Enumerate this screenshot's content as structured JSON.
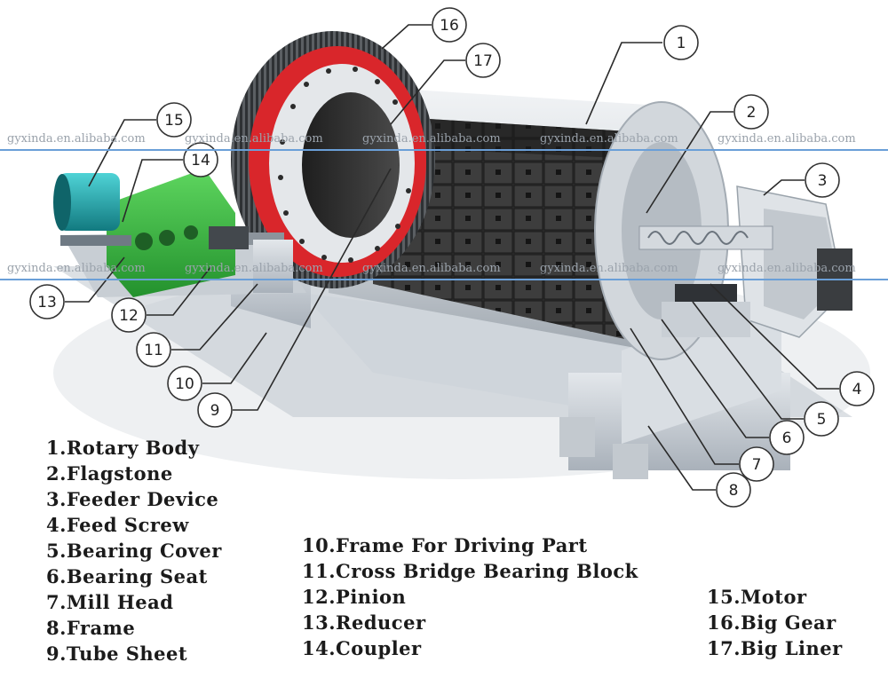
{
  "watermark": "gyxinda.en.alibaba.com",
  "callouts": [
    {
      "num": "1"
    },
    {
      "num": "2"
    },
    {
      "num": "3"
    },
    {
      "num": "4"
    },
    {
      "num": "5"
    },
    {
      "num": "6"
    },
    {
      "num": "7"
    },
    {
      "num": "8"
    },
    {
      "num": "9"
    },
    {
      "num": "10"
    },
    {
      "num": "11"
    },
    {
      "num": "12"
    },
    {
      "num": "13"
    },
    {
      "num": "14"
    },
    {
      "num": "15"
    },
    {
      "num": "16"
    },
    {
      "num": "17"
    }
  ],
  "legend": {
    "col1": [
      "1.Rotary Body",
      "2.Flagstone",
      "3.Feeder Device",
      "4.Feed Screw",
      "5.Bearing Cover",
      "6.Bearing Seat",
      "7.Mill Head",
      "8.Frame",
      "9.Tube Sheet"
    ],
    "col2": [
      "10.Frame For Driving Part",
      "11.Cross Bridge Bearing Block",
      "12.Pinion",
      "13.Reducer",
      "14.Coupler"
    ],
    "col3": [
      "15.Motor",
      "16.Big Gear",
      "17.Big Liner"
    ]
  },
  "colors": {
    "motor": "#1fa3a8",
    "reducer": "#3cb94a",
    "gear_ring": "#d9262b",
    "frame": "#c9cfd6",
    "liner": "#3a3a3a",
    "watermark_line": "#6a9fd8"
  }
}
